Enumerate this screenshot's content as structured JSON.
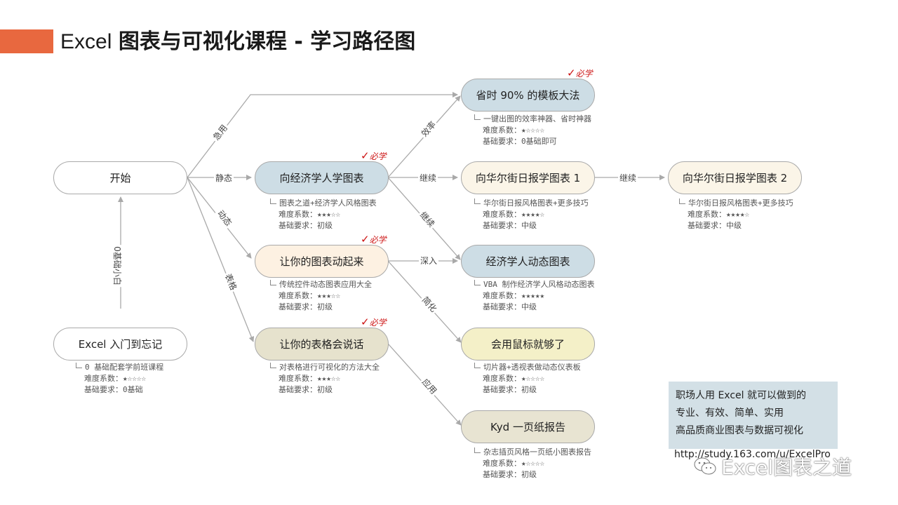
{
  "title": {
    "prefix": "Excel",
    "main": "图表与可视化课程 - 学习路径图"
  },
  "must_label": "必学",
  "check_mark": "✓",
  "nodes": {
    "start": {
      "label": "开始"
    },
    "intro": {
      "label": "Excel 入门到忘记",
      "info": [
        "0 基础配套学前班课程",
        "难度系数：★☆☆☆☆",
        "基础要求：0基础"
      ]
    },
    "template": {
      "label": "省时 90% 的模板大法",
      "info": [
        "一键出图的效率神器、省时神器",
        "难度系数：★☆☆☆☆",
        "基础要求：0基础即可"
      ]
    },
    "economist": {
      "label": "向经济学人学图表",
      "info": [
        "图表之道+经济学人风格图表",
        "难度系数：★★★☆☆",
        "基础要求：初级"
      ]
    },
    "wsj1": {
      "label": "向华尔街日报学图表 1",
      "info": [
        "华尔街日报风格图表+更多技巧",
        "难度系数：★★★★☆",
        "基础要求：中级"
      ]
    },
    "wsj2": {
      "label": "向华尔街日报学图表 2",
      "info": [
        "华尔街日报风格图表+更多技巧",
        "难度系数：★★★★☆",
        "基础要求：中级"
      ]
    },
    "dynamic": {
      "label": "让你的图表动起来",
      "info": [
        "传统控件动态图表应用大全",
        "难度系数：★★★☆☆",
        "基础要求：初级"
      ]
    },
    "eco_dynamic": {
      "label": "经济学人动态图表",
      "info": [
        "VBA 制作经济学人风格动态图表",
        "难度系数：★★★★★",
        "基础要求：中级"
      ]
    },
    "table": {
      "label": "让你的表格会说话",
      "info": [
        "对表格进行可视化的方法大全",
        "难度系数：★★★☆☆",
        "基础要求：初级"
      ]
    },
    "mouse": {
      "label": "会用鼠标就够了",
      "info": [
        "切片器+透视表做动态仪表板",
        "难度系数：★☆☆☆☆",
        "基础要求：初级"
      ]
    },
    "kyd": {
      "label": "Kyd 一页纸报告",
      "info": [
        "杂志插页风格一页纸小图表报告",
        "难度系数：★☆☆☆☆",
        "基础要求：初级"
      ]
    }
  },
  "edges": {
    "urgent": "急用",
    "static": "静态",
    "dynamic": "动态",
    "table": "表格",
    "zero_base": "0基础小白",
    "efficiency": "效率",
    "continue1": "继续",
    "continue2": "继续",
    "continue3": "继续",
    "deep": "深入",
    "simplify": "简化",
    "apply": "应用"
  },
  "summary": [
    "职场人用 Excel 就可以做到的",
    "专业、有效、简单、实用",
    "高品质商业图表与数据可视化"
  ],
  "url": "http://study.163.com/u/ExcelPro",
  "watermark": "Excel图表之道",
  "colors": {
    "accent": "#e8683f",
    "must": "#cc1111",
    "line": "#a9a9a9",
    "summary_bg": "#d3e0e6"
  }
}
